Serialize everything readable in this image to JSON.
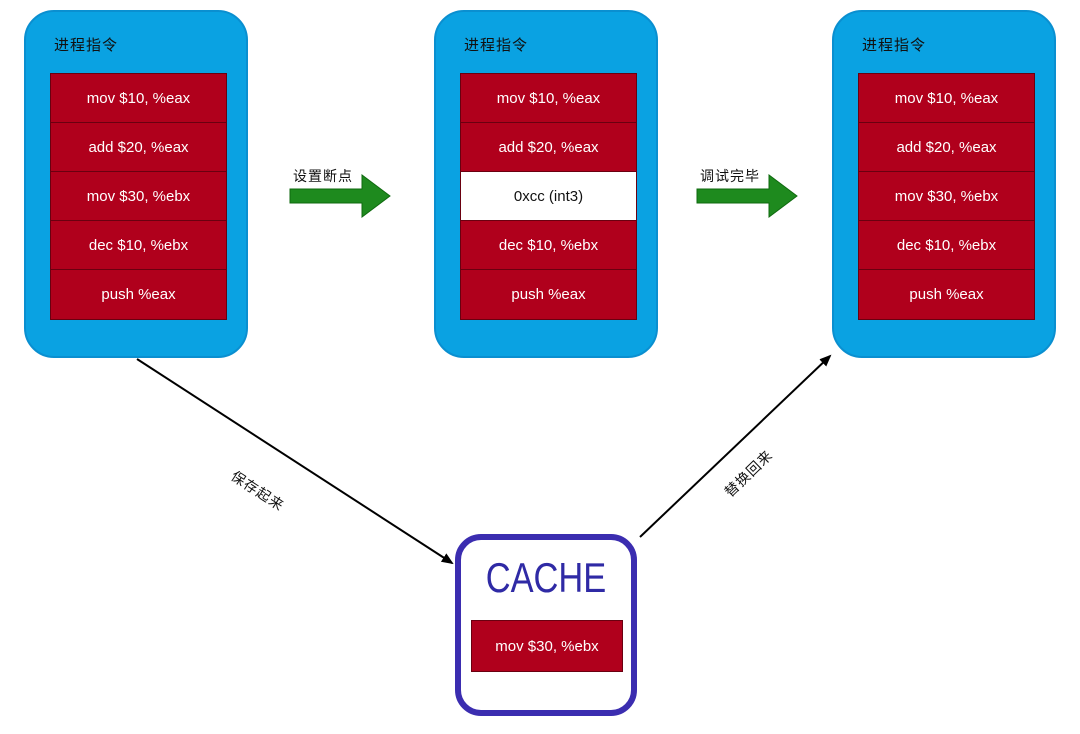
{
  "processes": [
    {
      "title": "进程指令",
      "instructions": [
        "mov $10, %eax",
        "add $20, %eax",
        "mov $30, %ebx",
        "dec $10, %ebx",
        "push %eax"
      ]
    },
    {
      "title": "进程指令",
      "instructions": [
        "mov $10, %eax",
        "add $20, %eax",
        "0xcc (int3)",
        "dec $10, %ebx",
        "push %eax"
      ]
    },
    {
      "title": "进程指令",
      "instructions": [
        "mov $10, %eax",
        "add $20, %eax",
        "mov $30, %ebx",
        "dec $10, %ebx",
        "push %eax"
      ]
    }
  ],
  "arrows": {
    "set_breakpoint": "设置断点",
    "debug_done": "调试完毕",
    "save": "保存起来",
    "replace_back": "替换回来"
  },
  "cache": {
    "title": "CACHE",
    "item": "mov $30, %ebx"
  },
  "colors": {
    "process_bg": "#0aa2e2",
    "instruction_bg": "#b0001c",
    "breakpoint_bg": "#ffffff",
    "arrow_green": "#1e8a1e",
    "cache_border": "#3b2db0"
  }
}
